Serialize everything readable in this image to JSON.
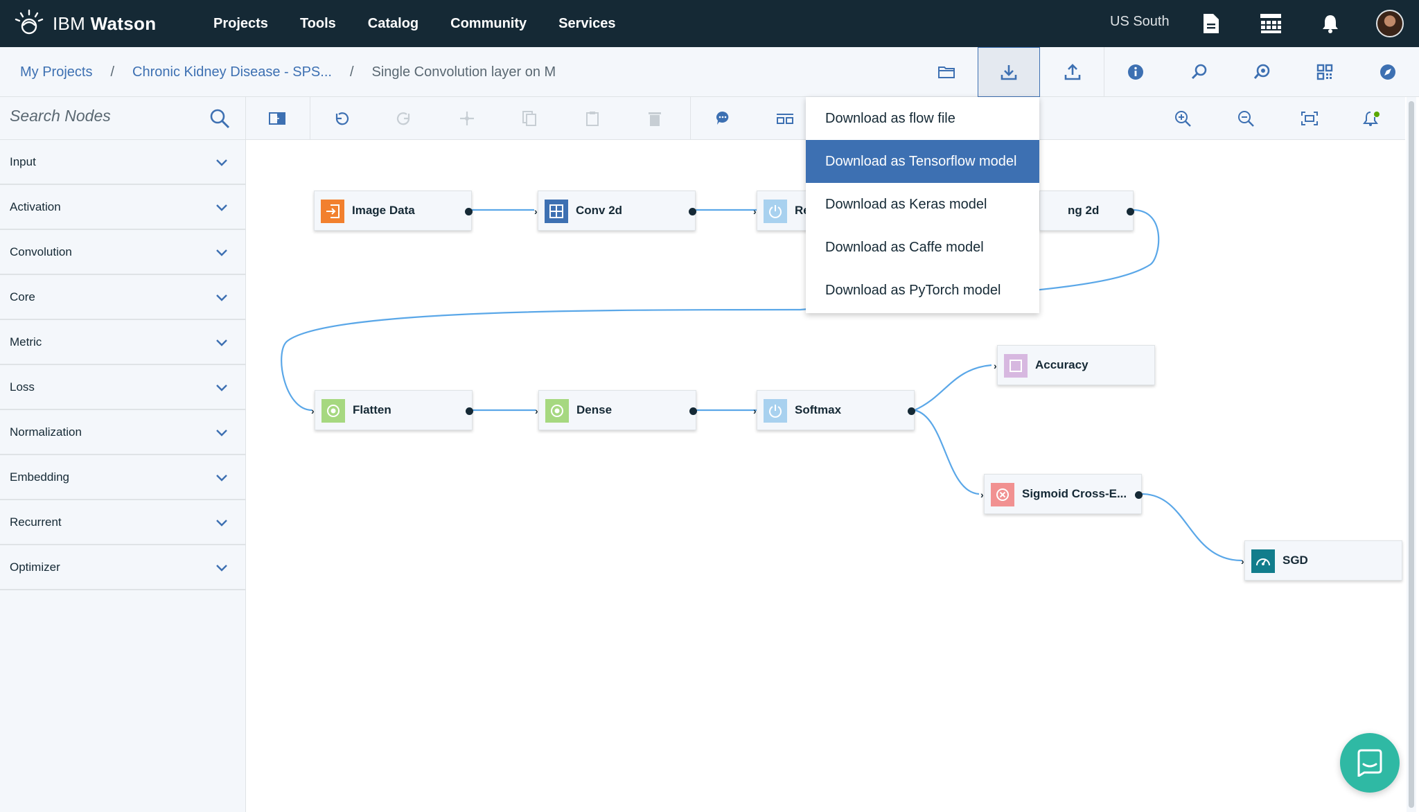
{
  "header": {
    "brand_light": "IBM",
    "brand_bold": "Watson",
    "nav": [
      "Projects",
      "Tools",
      "Catalog",
      "Community",
      "Services"
    ],
    "region": "US South"
  },
  "breadcrumb": {
    "items": [
      "My Projects",
      "Chronic Kidney Disease - SPS...",
      "Single Convolution layer on M"
    ],
    "separator": "/"
  },
  "sidebar": {
    "search_placeholder": "Search Nodes",
    "categories": [
      "Input",
      "Activation",
      "Convolution",
      "Core",
      "Metric",
      "Loss",
      "Normalization",
      "Embedding",
      "Recurrent",
      "Optimizer"
    ]
  },
  "download_menu": {
    "items": [
      "Download as flow file",
      "Download as Tensorflow model",
      "Download as Keras model",
      "Download as Caffe model",
      "Download as PyTorch model"
    ],
    "selected_index": 1
  },
  "nodes": {
    "image_data": "Image Data",
    "conv2d": "Conv 2d",
    "relu_partial": "Re",
    "pooling_partial": "ng 2d",
    "flatten": "Flatten",
    "dense": "Dense",
    "softmax": "Softmax",
    "accuracy": "Accuracy",
    "sigmoid": "Sigmoid Cross-E...",
    "sgd": "SGD"
  },
  "colors": {
    "header_bg": "#152935",
    "accent": "#3d70b2",
    "link_line": "#5aa7e8",
    "input_node": "#f2802e",
    "conv_node": "#3d70b2",
    "activation_node": "#a8d1ef",
    "core_node": "#a6d880",
    "metric_node": "#d7b8e0",
    "loss_node": "#f19191",
    "optimizer_node": "#127d8c",
    "chat": "#2fb9a4"
  }
}
